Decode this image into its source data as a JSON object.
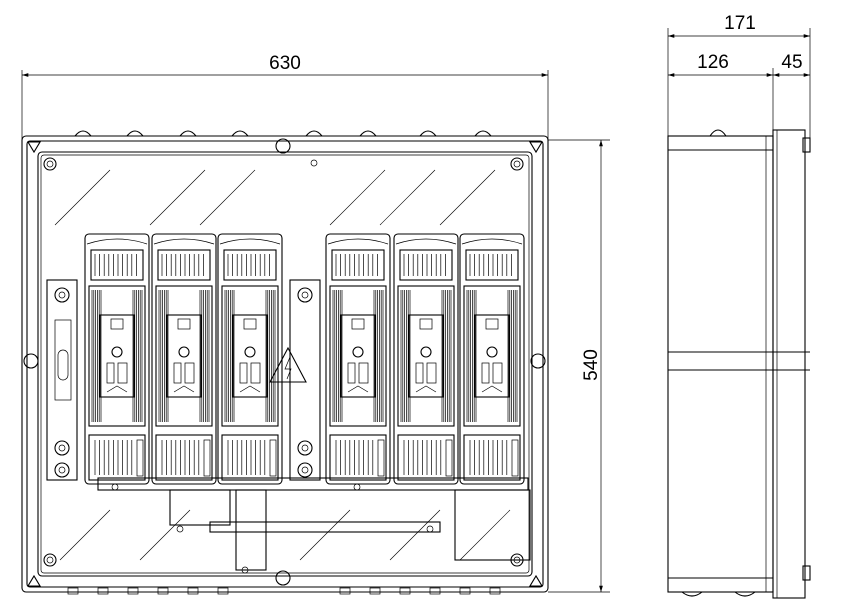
{
  "dimensions": {
    "front_width": "630",
    "front_height": "540",
    "side_depth_total": "171",
    "side_depth_body": "126",
    "side_depth_lid": "45"
  },
  "fuse_units": {
    "left_group_count": 3,
    "right_group_count": 3
  }
}
